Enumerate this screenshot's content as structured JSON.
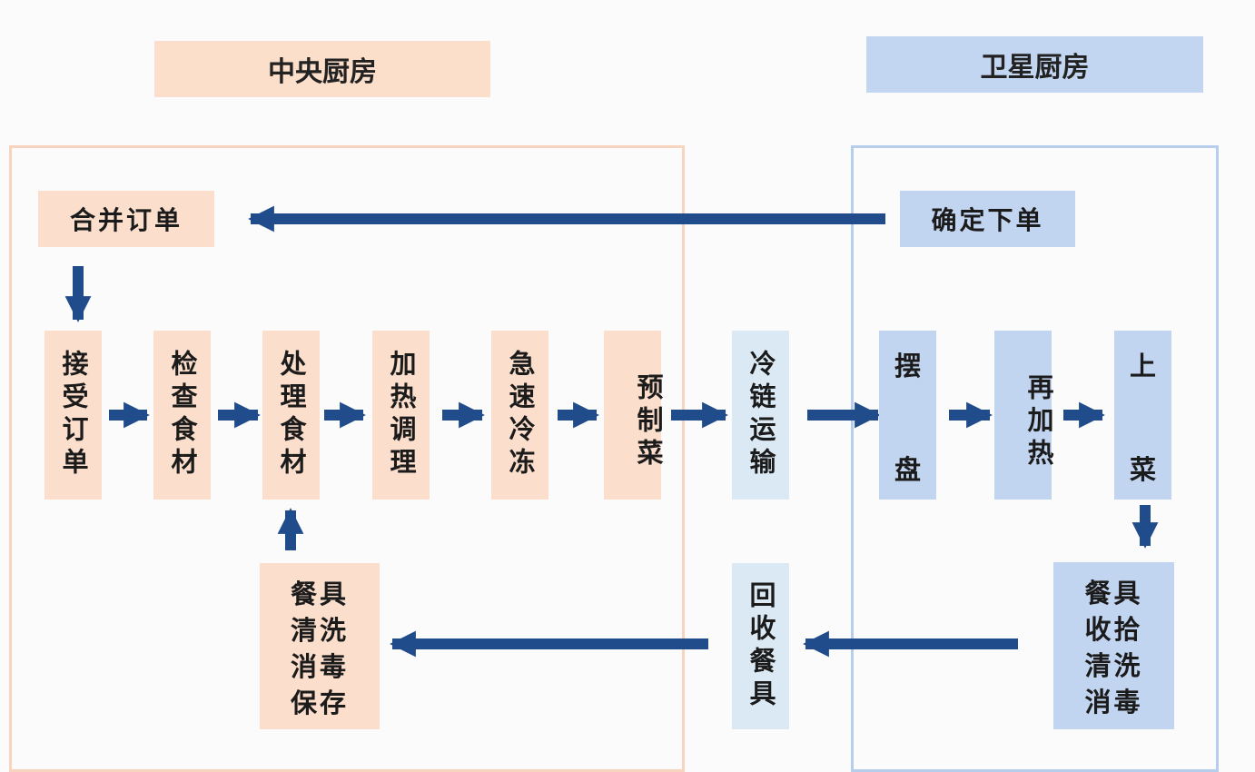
{
  "headers": {
    "central": "中央厨房",
    "satellite": "卫星厨房"
  },
  "steps": {
    "merge_orders": "合并订单",
    "confirm_order": "确定下单",
    "receive_order": "接受订单",
    "inspect_ingredients": "检查食材",
    "process_ingredients": "处理食材",
    "heat_cook": "加热调理",
    "quick_freeze": "急速冷冻",
    "prepared_dish": "预制菜",
    "cold_chain": "冷链运输",
    "plating_top": "摆",
    "plating_bottom": "盘",
    "reheat": "再加热",
    "serve_top": "上",
    "serve_bottom": "菜",
    "recycle_tableware": "回收餐具",
    "clean_store": [
      "餐具",
      "清洗",
      "消毒",
      "保存"
    ],
    "collect_clean": [
      "餐具",
      "收拾",
      "清洗",
      "消毒"
    ]
  },
  "colors": {
    "arrow": "#214c8c",
    "central_fill": "#fbdecb",
    "central_border": "#f8d3bd",
    "satellite_fill": "#c2d5f0",
    "satellite_border": "#b6cdec",
    "transport_fill": "#dae9f3"
  }
}
